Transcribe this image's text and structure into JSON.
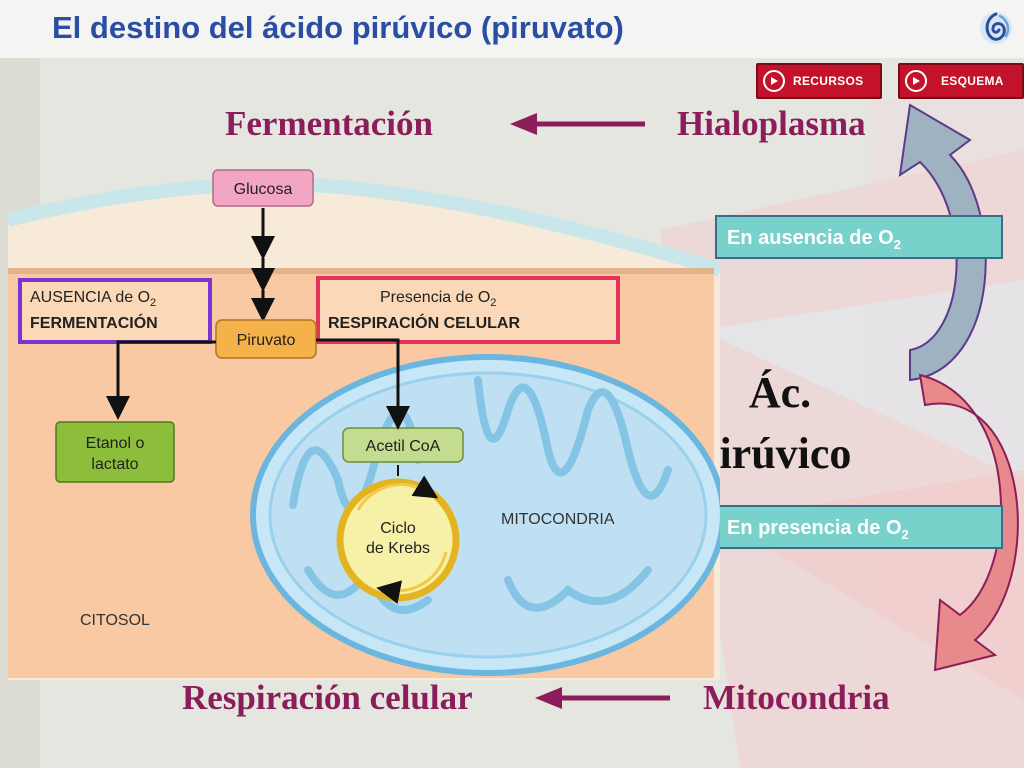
{
  "header": {
    "title": "El destino del ácido pirúvico (piruvato)"
  },
  "nav": {
    "recursos": "RECURSOS",
    "esquema": "ESQUEMA"
  },
  "labels": {
    "fermentacion": "Fermentación",
    "hialoplasma": "Hialoplasma",
    "respiracion": "Respiración celular",
    "mitocondria": "Mitocondria",
    "ac_line1": "Ác.",
    "ac_line2": "Pirúvico",
    "ausencia": "En ausencia de O",
    "presencia": "En presencia de O",
    "sub2": "2"
  },
  "figure": {
    "glucosa": "Glucosa",
    "ausencia": "AUSENCIA de O",
    "fermentacion": "FERMENTACIÓN",
    "presencia": "Presencia de O",
    "respiracion": "RESPIRACIÓN CELULAR",
    "piruvato": "Piruvato",
    "etanol1": "Etanol o",
    "etanol2": "lactato",
    "acetil": "Acetil CoA",
    "ciclo1": "Ciclo",
    "ciclo2": "de Krebs",
    "mitocondria": "MITOCONDRIA",
    "citosol": "CITOSOL",
    "sub2": "2"
  },
  "colors": {
    "title": "#2a4ea3",
    "label": "#8b1e5a",
    "ausencia_box": "#7a34d6",
    "presencia_box": "#e8325c",
    "cond_fill": "#79d1cb"
  }
}
